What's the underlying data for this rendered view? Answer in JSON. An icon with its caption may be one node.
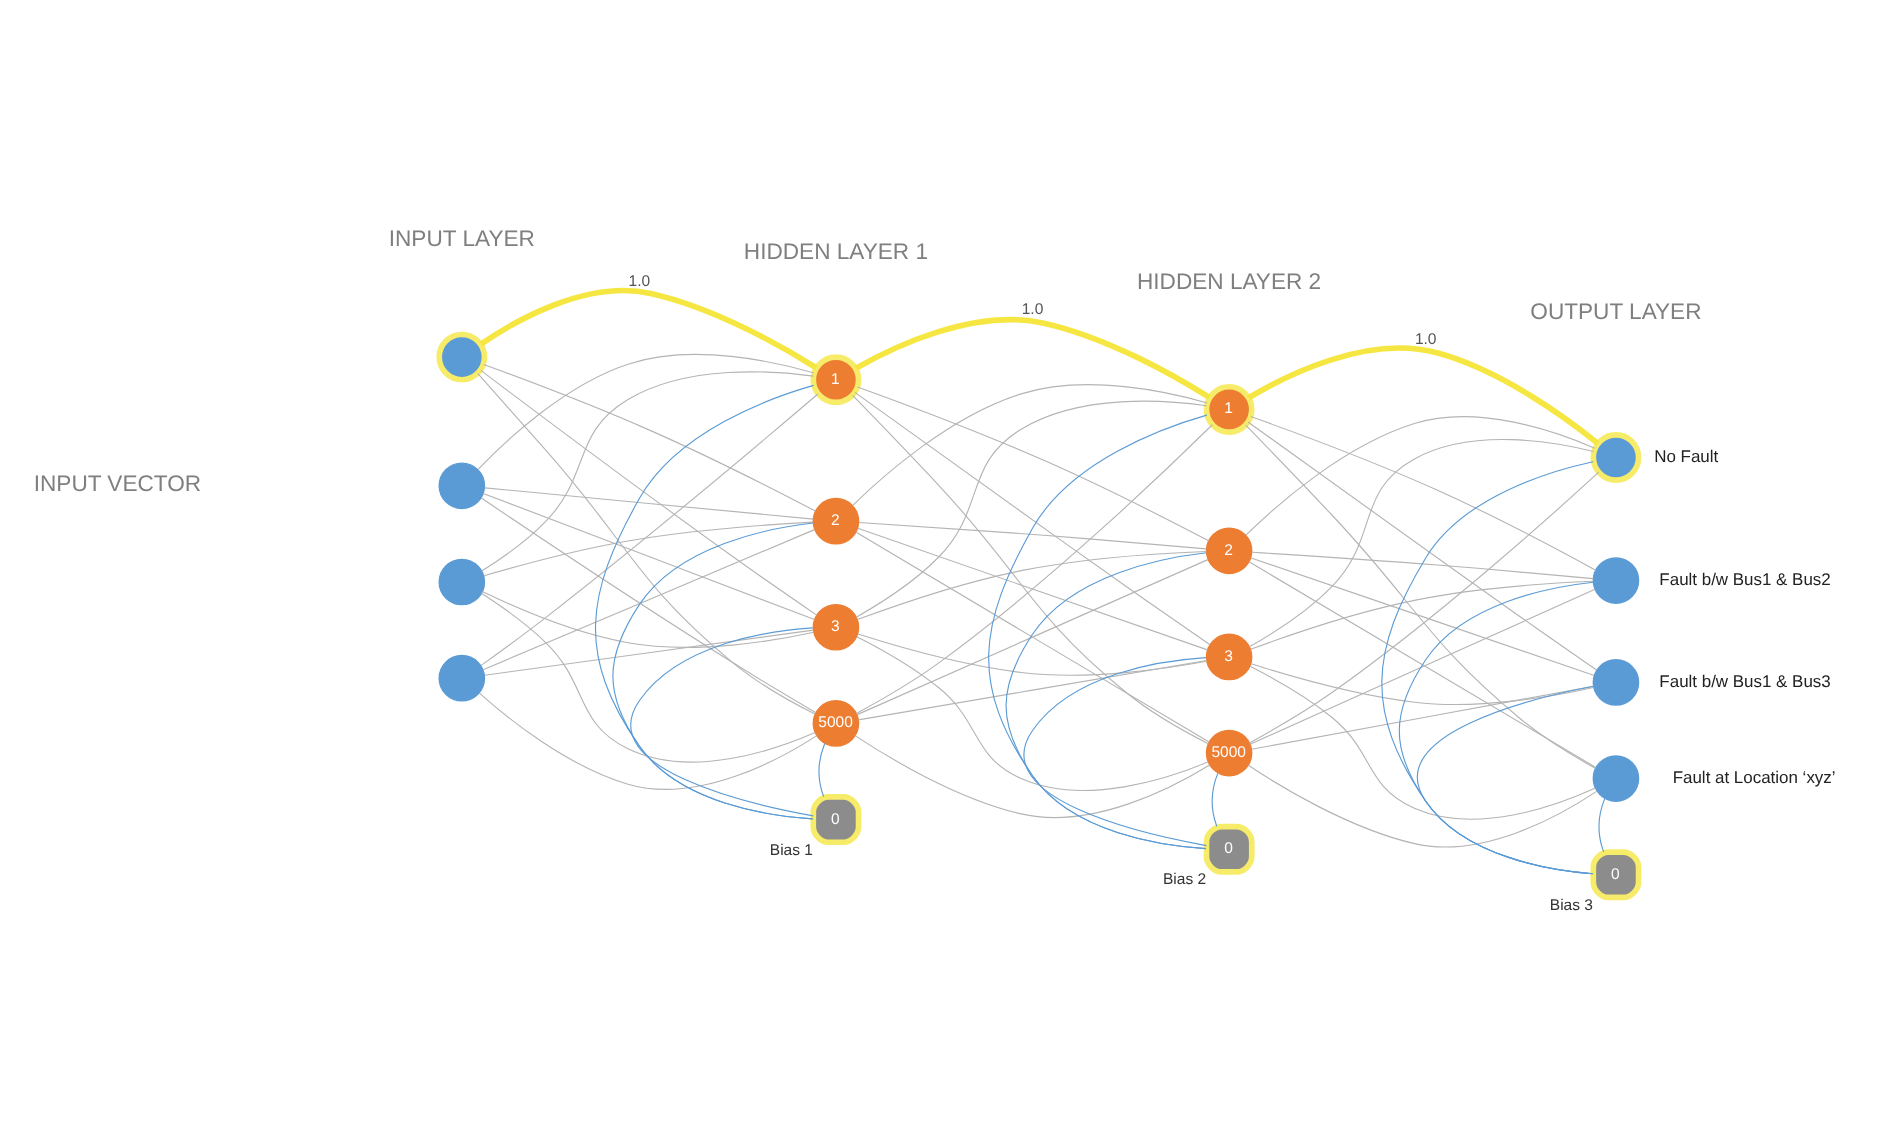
{
  "diagram": {
    "nodes": [
      {
        "text": [],
        "shape": "circle"
      },
      {
        "text": [],
        "shape": "circle"
      },
      {
        "text": [],
        "shape": "circle"
      },
      {
        "text": [],
        "shape": "circle"
      },
      {
        "text": [
          "1"
        ]
      },
      {
        "text": [
          "2"
        ]
      },
      {
        "text": [
          "3"
        ]
      },
      {
        "text": [
          "5000"
        ]
      },
      {
        "text": [
          "1"
        ]
      },
      {
        "text": [
          "2"
        ]
      },
      {
        "text": [
          "3"
        ]
      },
      {
        "text": [
          "5000"
        ]
      },
      {
        "text": [],
        "shape": "circle",
        "beside": [
          "No Fault"
        ]
      },
      {
        "text": [],
        "shape": "circle",
        "beside": [
          "Fault b/w Bus1 & Bus2"
        ]
      },
      {
        "text": [],
        "shape": "circle",
        "beside": [
          "Fault b/w Bus1 & Bus3"
        ]
      },
      {
        "text": [],
        "shape": "circle",
        "beside": [
          "Fault at Location ‘xyz’"
        ]
      },
      {
        "text": [
          "0"
        ],
        "beside": [
          "Bias 1"
        ]
      },
      {
        "text": [
          "0"
        ],
        "beside": [
          "Bias 2"
        ]
      },
      {
        "text": [
          "0"
        ],
        "beside": [
          "Bias 3"
        ]
      }
    ],
    "edges": [
      {
        "from": 0,
        "to": 4,
        "arrow": "none",
        "label": "1.0",
        "style": "thick",
        "color": "#f5e642"
      },
      {
        "from": 0,
        "to": 5,
        "arrow": "none"
      },
      {
        "from": 0,
        "to": 6,
        "arrow": "none"
      },
      {
        "from": 0,
        "to": 7,
        "arrow": "none"
      },
      {
        "from": 1,
        "to": 4,
        "arrow": "none"
      },
      {
        "from": 1,
        "to": 5,
        "arrow": "none"
      },
      {
        "from": 1,
        "to": 6,
        "arrow": "none"
      },
      {
        "from": 1,
        "to": 7,
        "arrow": "none"
      },
      {
        "from": 2,
        "to": 4,
        "arrow": "none"
      },
      {
        "from": 2,
        "to": 5,
        "arrow": "none"
      },
      {
        "from": 2,
        "to": 6,
        "arrow": "none"
      },
      {
        "from": 2,
        "to": 7,
        "arrow": "none"
      },
      {
        "from": 3,
        "to": 4,
        "arrow": "none"
      },
      {
        "from": 3,
        "to": 5,
        "arrow": "none"
      },
      {
        "from": 3,
        "to": 6,
        "arrow": "none"
      },
      {
        "from": 3,
        "to": 7,
        "arrow": "none"
      },
      {
        "from": 4,
        "to": 8,
        "arrow": "none",
        "label": "1.0",
        "style": "thick",
        "color": "#f5e642"
      },
      {
        "from": 4,
        "to": 9,
        "arrow": "none"
      },
      {
        "from": 4,
        "to": 10,
        "arrow": "none"
      },
      {
        "from": 4,
        "to": 11,
        "arrow": "none"
      },
      {
        "from": 5,
        "to": 8,
        "arrow": "none"
      },
      {
        "from": 5,
        "to": 9,
        "arrow": "none"
      },
      {
        "from": 5,
        "to": 10,
        "arrow": "none"
      },
      {
        "from": 5,
        "to": 11,
        "arrow": "none"
      },
      {
        "from": 6,
        "to": 8,
        "arrow": "none"
      },
      {
        "from": 6,
        "to": 9,
        "arrow": "none"
      },
      {
        "from": 6,
        "to": 10,
        "arrow": "none"
      },
      {
        "from": 6,
        "to": 11,
        "arrow": "none"
      },
      {
        "from": 7,
        "to": 8,
        "arrow": "none"
      },
      {
        "from": 7,
        "to": 9,
        "arrow": "none"
      },
      {
        "from": 7,
        "to": 10,
        "arrow": "none"
      },
      {
        "from": 7,
        "to": 11,
        "arrow": "none"
      },
      {
        "from": 8,
        "to": 12,
        "arrow": "none",
        "label": "1.0",
        "style": "thick",
        "color": "#f5e642"
      },
      {
        "from": 8,
        "to": 13,
        "arrow": "none"
      },
      {
        "from": 8,
        "to": 14,
        "arrow": "none"
      },
      {
        "from": 8,
        "to": 15,
        "arrow": "none"
      },
      {
        "from": 9,
        "to": 12,
        "arrow": "none"
      },
      {
        "from": 9,
        "to": 13,
        "arrow": "none"
      },
      {
        "from": 9,
        "to": 14,
        "arrow": "none"
      },
      {
        "from": 9,
        "to": 15,
        "arrow": "none"
      },
      {
        "from": 10,
        "to": 12,
        "arrow": "none"
      },
      {
        "from": 10,
        "to": 13,
        "arrow": "none"
      },
      {
        "from": 10,
        "to": 14,
        "arrow": "none"
      },
      {
        "from": 10,
        "to": 15,
        "arrow": "none"
      },
      {
        "from": 11,
        "to": 12,
        "arrow": "none"
      },
      {
        "from": 11,
        "to": 13,
        "arrow": "none"
      },
      {
        "from": 11,
        "to": 14,
        "arrow": "none"
      },
      {
        "from": 11,
        "to": 15,
        "arrow": "none"
      },
      {
        "from": 16,
        "to": 4,
        "arrow": "none",
        "color": "#5b9bd5"
      },
      {
        "from": 16,
        "to": 5,
        "arrow": "none",
        "color": "#5b9bd5"
      },
      {
        "from": 16,
        "to": 6,
        "arrow": "none",
        "color": "#5b9bd5"
      },
      {
        "from": 16,
        "to": 7,
        "arrow": "none",
        "color": "#5b9bd5"
      },
      {
        "from": 17,
        "to": 8,
        "arrow": "none",
        "color": "#5b9bd5"
      },
      {
        "from": 17,
        "to": 9,
        "arrow": "none",
        "color": "#5b9bd5"
      },
      {
        "from": 17,
        "to": 10,
        "arrow": "none",
        "color": "#5b9bd5"
      },
      {
        "from": 17,
        "to": 11,
        "arrow": "none",
        "color": "#5b9bd5"
      },
      {
        "from": 18,
        "to": 12,
        "arrow": "none",
        "color": "#5b9bd5"
      },
      {
        "from": 18,
        "to": 13,
        "arrow": "none",
        "color": "#5b9bd5"
      },
      {
        "from": 18,
        "to": 14,
        "arrow": "none",
        "color": "#5b9bd5"
      },
      {
        "from": 18,
        "to": 15,
        "arrow": "none",
        "color": "#5b9bd5"
      }
    ],
    "labels": [
      "INPUT LAYER",
      "HIDDEN LAYER 1",
      "HIDDEN LAYER 2",
      "OUTPUT LAYER",
      "INPUT VECTOR"
    ]
  }
}
